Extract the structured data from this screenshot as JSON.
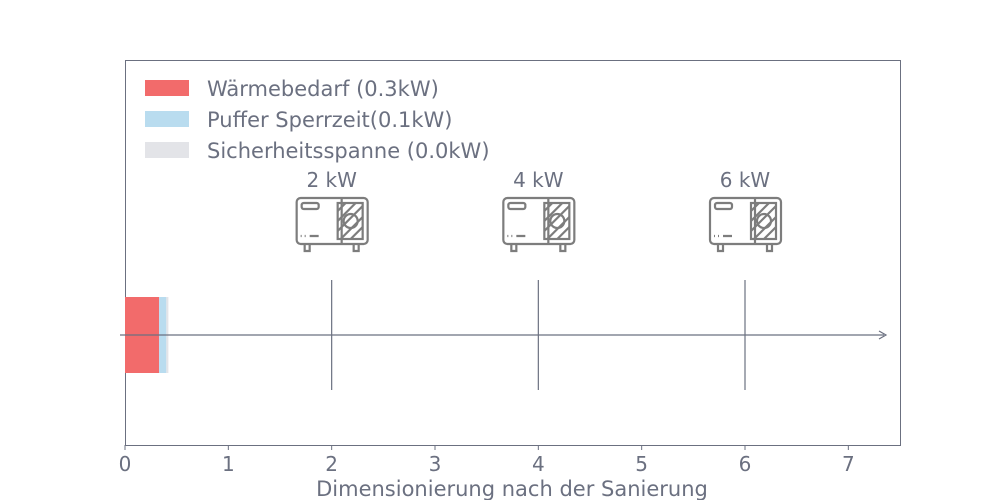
{
  "chart_data": {
    "type": "bar",
    "orientation": "horizontal-stacked",
    "xlabel": "Dimensionierung nach der Sanierung",
    "xlim": [
      0,
      7.5
    ],
    "xticks": [
      0,
      1,
      2,
      3,
      4,
      5,
      6,
      7
    ],
    "series": [
      {
        "name": "Wärmebedarf (0.3kW)",
        "value": 0.33,
        "color": "#f26b6b"
      },
      {
        "name": "Puffer Sperrzeit(0.1kW)",
        "value": 0.07,
        "color": "#b9dcef"
      },
      {
        "name": "Sicherheitsspanne (0.0kW)",
        "value": 0.02,
        "color": "#e3e4e8"
      }
    ],
    "legend_position": "top-left",
    "markers": [
      {
        "x": 2,
        "label": "2 kW",
        "icon": "heat-pump-icon"
      },
      {
        "x": 4,
        "label": "4 kW",
        "icon": "heat-pump-icon"
      },
      {
        "x": 6,
        "label": "6 kW",
        "icon": "heat-pump-icon"
      }
    ],
    "axis_color": "#6b7080"
  }
}
